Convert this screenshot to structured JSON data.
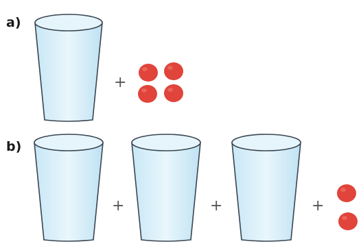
{
  "problems": [
    {
      "label": "a)",
      "cups": 1,
      "plus_sign": "+",
      "dots": 4
    },
    {
      "label": "b)",
      "cups": 3,
      "plus_sign": "+",
      "dots": 2
    }
  ],
  "colors": {
    "cup_fill": "#d6eef8",
    "cup_outline": "#3a4550",
    "dot_fill": "#e0443a"
  }
}
